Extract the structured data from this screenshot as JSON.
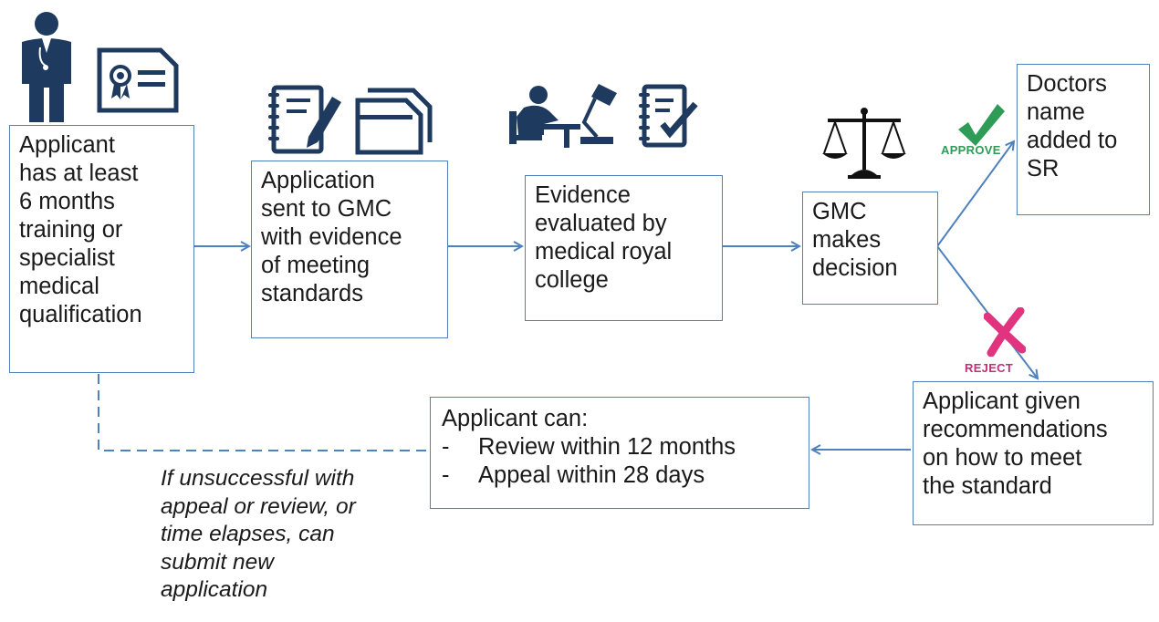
{
  "boxes": {
    "applicant": [
      "Applicant",
      "has at least",
      "6 months",
      "training or",
      "specialist",
      "medical",
      "qualification"
    ],
    "application": [
      "Application",
      "sent to GMC",
      "with evidence",
      "of meeting",
      "standards"
    ],
    "evidence": [
      "Evidence",
      "evaluated by",
      "medical royal",
      "college"
    ],
    "decision": [
      "GMC",
      "makes",
      "decision"
    ],
    "register": [
      "Doctors",
      "name",
      "added to",
      "SR"
    ],
    "recommendations": [
      "Applicant given",
      "recommendations",
      "on how to meet",
      "the standard"
    ],
    "options": {
      "heading": "Applicant can:",
      "items": [
        "Review within 12 months",
        "Appeal within 28 days"
      ],
      "bullet": "-"
    }
  },
  "labels": {
    "approve": "APPROVE",
    "reject": "REJECT"
  },
  "note": [
    "If unsuccessful with",
    "appeal or review, or",
    "time elapses, can",
    "submit new",
    "application"
  ],
  "colors": {
    "border": "#4f81bd",
    "arrow": "#4f81bd",
    "icon": "#1f3a5f",
    "approve": "#2e9b57",
    "reject": "#e2337f"
  },
  "icons": [
    "doctor-icon",
    "certificate-icon",
    "notebook-pen-icon",
    "documents-icon",
    "person-at-desk-icon",
    "desk-lamp-icon",
    "checklist-icon",
    "scales-icon",
    "checkmark-icon",
    "cross-icon"
  ]
}
